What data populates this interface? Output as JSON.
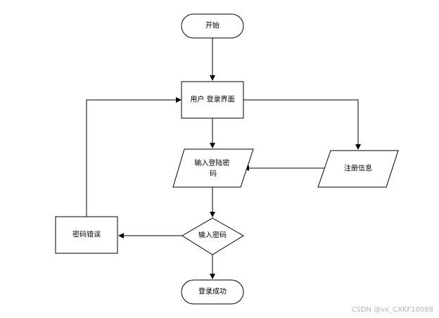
{
  "diagram": {
    "nodes": {
      "start": {
        "label": "开始",
        "shape": "terminator"
      },
      "login_ui": {
        "label": "用户 登录界面",
        "shape": "process"
      },
      "input_credentials": {
        "label_line1": "输入登陆密",
        "label_line2": "码",
        "shape": "data"
      },
      "register": {
        "label": "注册信息",
        "shape": "data"
      },
      "check_password": {
        "label": "输入密码",
        "shape": "decision"
      },
      "error": {
        "label": "密码错误",
        "shape": "process"
      },
      "success": {
        "label": "登录成功",
        "shape": "terminator"
      }
    },
    "edges": [
      {
        "from": "start",
        "to": "login_ui"
      },
      {
        "from": "login_ui",
        "to": "input_credentials"
      },
      {
        "from": "login_ui",
        "to": "register"
      },
      {
        "from": "register",
        "to": "input_credentials"
      },
      {
        "from": "input_credentials",
        "to": "check_password"
      },
      {
        "from": "check_password",
        "to": "error"
      },
      {
        "from": "check_password",
        "to": "success"
      },
      {
        "from": "error",
        "to": "login_ui"
      }
    ],
    "line_color": "#000000",
    "fill_color": "#ffffff"
  },
  "watermark": {
    "text": "CSDN @vx_CXKF10088"
  }
}
